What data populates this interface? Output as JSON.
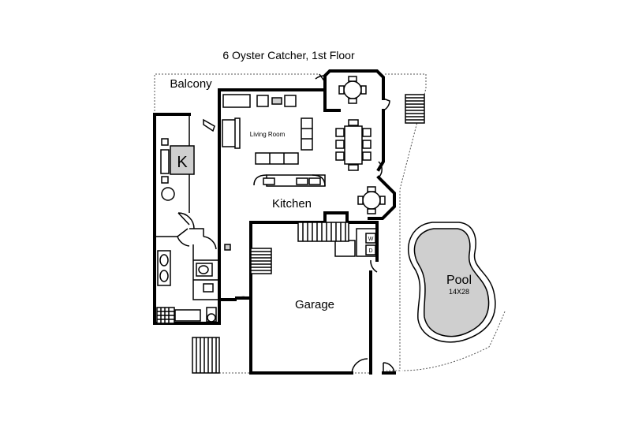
{
  "plan": {
    "title": "6 Oyster Catcher, 1st Floor",
    "rooms": {
      "balcony": "Balcony",
      "living_room": "Living Room",
      "kitchen": "Kitchen",
      "garage": "Garage",
      "bedroom_marker": "K",
      "pool": "Pool",
      "pool_size": "14X28",
      "washer": "W",
      "dryer": "D"
    }
  }
}
